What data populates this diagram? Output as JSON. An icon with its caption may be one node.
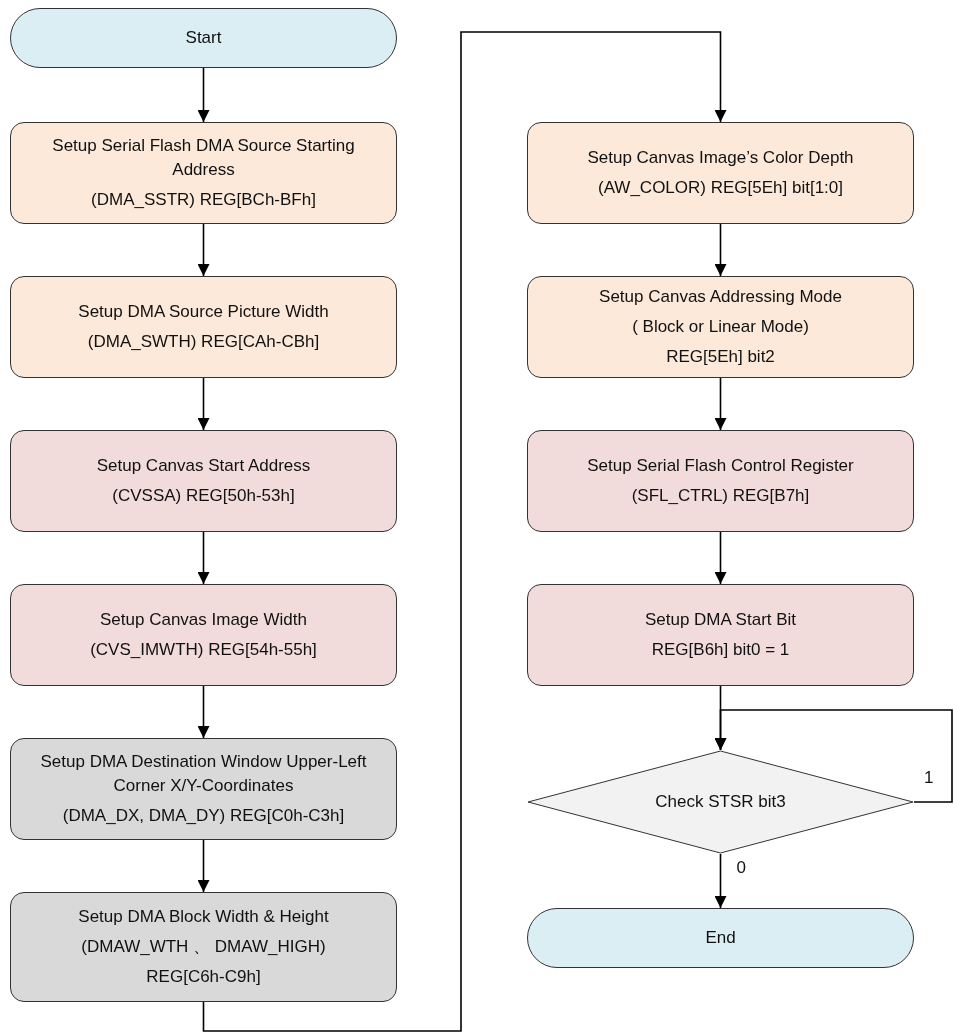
{
  "diagram": {
    "nodes": [
      {
        "text": [
          "Start"
        ]
      },
      {
        "text": [
          "Setup Serial Flash DMA Source Starting Address",
          "(DMA_SSTR) REG[BCh-BFh]"
        ]
      },
      {
        "text": [
          "Setup DMA Source Picture Width",
          "(DMA_SWTH) REG[CAh-CBh]"
        ]
      },
      {
        "text": [
          "Setup Canvas Start Address",
          "(CVSSA) REG[50h-53h]"
        ]
      },
      {
        "text": [
          "Setup Canvas Image Width",
          "(CVS_IMWTH) REG[54h-55h]"
        ]
      },
      {
        "text": [
          "Setup DMA Destination Window Upper-Left Corner X/Y-Coordinates",
          "(DMA_DX, DMA_DY) REG[C0h-C3h]"
        ]
      },
      {
        "text": [
          "Setup DMA Block Width & Height",
          "(DMAW_WTH 、 DMAW_HIGH)",
          "REG[C6h-C9h]"
        ]
      },
      {
        "text": [
          "Setup Canvas Image’s Color Depth",
          "(AW_COLOR) REG[5Eh] bit[1:0]"
        ]
      },
      {
        "text": [
          "Setup Canvas Addressing Mode",
          "( Block or Linear Mode)",
          "REG[5Eh] bit2"
        ]
      },
      {
        "text": [
          "Setup Serial Flash Control Register",
          "(SFL_CTRL) REG[B7h]"
        ]
      },
      {
        "text": [
          "Setup DMA Start Bit",
          "REG[B6h] bit0 = 1"
        ]
      },
      {
        "text": [
          "Check STSR bit3"
        ]
      },
      {
        "text": [
          "End"
        ]
      }
    ],
    "edges": [
      {
        "from": 0,
        "to": 1,
        "arrow": "to"
      },
      {
        "from": 1,
        "to": 2,
        "arrow": "to"
      },
      {
        "from": 2,
        "to": 3,
        "arrow": "to"
      },
      {
        "from": 3,
        "to": 4,
        "arrow": "to"
      },
      {
        "from": 4,
        "to": 5,
        "arrow": "to"
      },
      {
        "from": 5,
        "to": 6,
        "arrow": "to"
      },
      {
        "from": 6,
        "to": 7,
        "arrow": "to"
      },
      {
        "from": 7,
        "to": 8,
        "arrow": "to"
      },
      {
        "from": 8,
        "to": 9,
        "arrow": "to"
      },
      {
        "from": 9,
        "to": 10,
        "arrow": "to"
      },
      {
        "from": 10,
        "to": 11,
        "arrow": "to"
      },
      {
        "from": 11,
        "to": 11,
        "label": "1",
        "arrow": "to"
      },
      {
        "from": 11,
        "to": 12,
        "label": "0",
        "arrow": "to"
      }
    ]
  }
}
